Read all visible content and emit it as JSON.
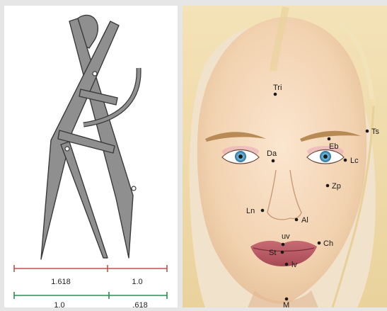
{
  "scales": {
    "top": {
      "left_label": "1.618",
      "right_label": "1.0",
      "color": "#c0524a"
    },
    "bottom": {
      "left_label": "1.0",
      "right_label": ".618",
      "color": "#2e8b57"
    }
  },
  "caliper": {
    "metal_color": "#8f8f8f",
    "outline_color": "#3a3a3a"
  },
  "landmarks": [
    {
      "id": "tri",
      "label": "Tri"
    },
    {
      "id": "ts",
      "label": "Ts"
    },
    {
      "id": "eb",
      "label": "Eb"
    },
    {
      "id": "da",
      "label": "Da"
    },
    {
      "id": "lc",
      "label": "Lc"
    },
    {
      "id": "zp",
      "label": "Zp"
    },
    {
      "id": "ln",
      "label": "Ln"
    },
    {
      "id": "al",
      "label": "Al"
    },
    {
      "id": "uv",
      "label": "uv"
    },
    {
      "id": "st",
      "label": "St"
    },
    {
      "id": "ch",
      "label": "Ch"
    },
    {
      "id": "lv",
      "label": "lv"
    },
    {
      "id": "m",
      "label": "M"
    }
  ]
}
